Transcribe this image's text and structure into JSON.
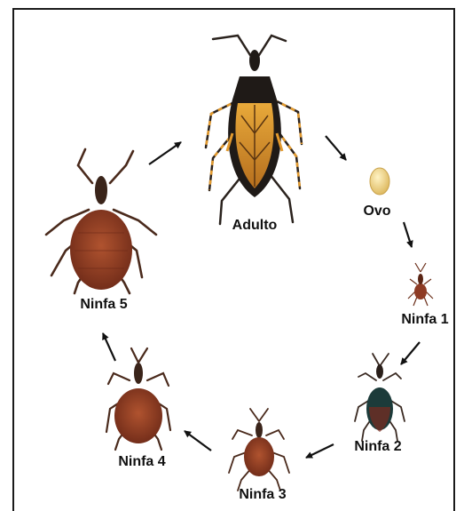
{
  "stages": {
    "adulto": "Adulto",
    "ovo": "Ovo",
    "ninfa1": "Ninfa 1",
    "ninfa2": "Ninfa 2",
    "ninfa3": "Ninfa 3",
    "ninfa4": "Ninfa 4",
    "ninfa5": "Ninfa 5"
  },
  "colors": {
    "adult_body": "#1f1a17",
    "adult_wing": "#d9962b",
    "adult_stripe": "#e39a2e",
    "nymph_body": "#8e3b24",
    "egg": "#f0d68a",
    "arrow": "#111111"
  }
}
